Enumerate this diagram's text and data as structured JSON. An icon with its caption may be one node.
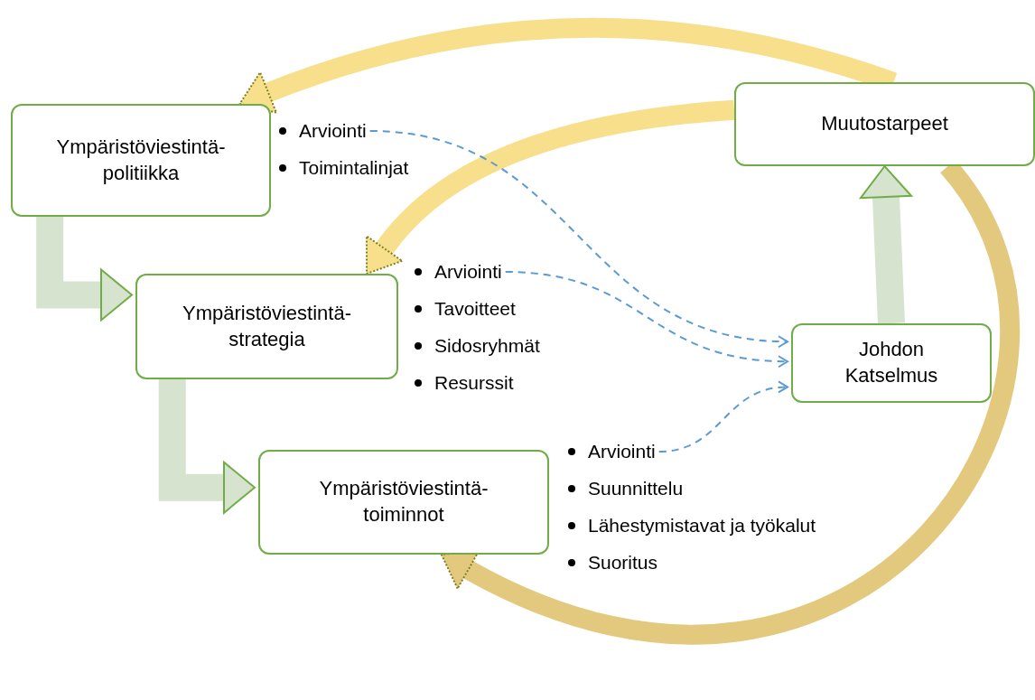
{
  "diagram": {
    "nodes": [
      {
        "text": [
          "Ympäristöviestintä-politiikka"
        ]
      },
      {
        "text": [
          "Ympäristöviestintä-strategia"
        ]
      },
      {
        "text": [
          "Ympäristöviestintä-toiminnot"
        ]
      },
      {
        "text": [
          "Johdon Katselmus"
        ]
      },
      {
        "text": [
          "Muutostarpeet"
        ]
      },
      {
        "text": [
          "Arviointi"
        ]
      },
      {
        "text": [
          "Arviointi"
        ]
      },
      {
        "text": [
          "Arviointi"
        ]
      },
      {
        "text": [
          "Toimintalinjat"
        ]
      },
      {
        "text": [
          "Tavoitteet"
        ]
      },
      {
        "text": [
          "Sidosryhmät"
        ]
      },
      {
        "text": [
          "Resurssit"
        ]
      },
      {
        "text": [
          "Suunnittelu"
        ]
      },
      {
        "text": [
          "Lähestymistavat ja työkalut"
        ]
      },
      {
        "text": [
          "Suoritus"
        ]
      }
    ],
    "edges": [
      {
        "from": 0,
        "to": 1,
        "arrow": "to",
        "color": "#d5e3cf"
      },
      {
        "from": 1,
        "to": 2,
        "arrow": "to",
        "color": "#d5e3cf"
      },
      {
        "from": 3,
        "to": 4,
        "arrow": "to",
        "color": "#d5e3cf"
      },
      {
        "from": 4,
        "to": 0,
        "arrow": "to",
        "color": "#f7df8c"
      },
      {
        "from": 4,
        "to": 1,
        "arrow": "to",
        "color": "#f7df8c"
      },
      {
        "from": 4,
        "to": 2,
        "arrow": "to",
        "color": "#e3c97e"
      },
      {
        "from": 5,
        "to": 3,
        "arrow": "to",
        "style": "dashed",
        "color": "#5b9bd5"
      },
      {
        "from": 6,
        "to": 3,
        "arrow": "to",
        "style": "dashed",
        "color": "#5b9bd5"
      },
      {
        "from": 7,
        "to": 3,
        "arrow": "to",
        "style": "dashed",
        "color": "#5b9bd5"
      }
    ]
  }
}
